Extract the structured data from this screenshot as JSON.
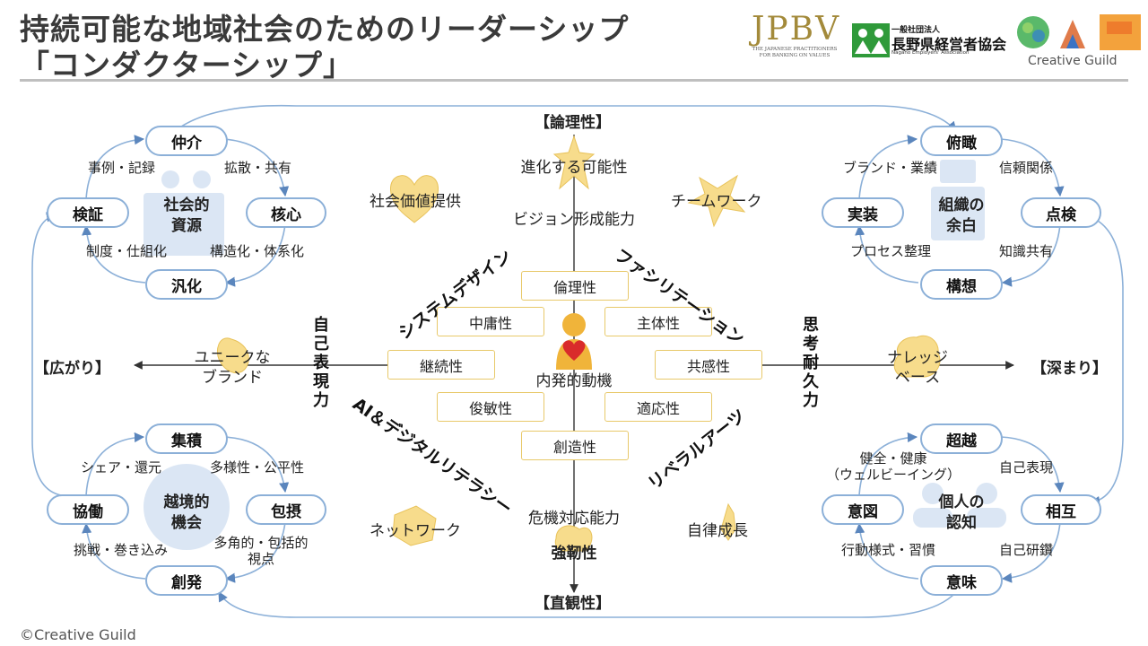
{
  "header": {
    "title_line1": "持続可能な地域社会のためのリーダーシップ",
    "title_line2": "「コンダクターシップ」",
    "logos": {
      "jpbv": {
        "name": "JPBV",
        "line1": "THE JAPANESE PRACTITIONERS",
        "line2": "FOR BANKING ON VALUES"
      },
      "nagano": {
        "line1": "一般社団法人",
        "name": "長野県経営者協会",
        "line3": "Nagano Employers' Association"
      },
      "creative_guild": {
        "name": "Creative Guild"
      }
    }
  },
  "axes": {
    "top": "【論理性】",
    "bottom": "【直観性】",
    "left": "【広がり】",
    "right": "【深まり】"
  },
  "center": {
    "label": "内発的動機",
    "boxes": {
      "top": "倫理性",
      "upper_left": "中庸性",
      "upper_right": "主体性",
      "left": "継続性",
      "right": "共感性",
      "lower_left": "俊敏性",
      "lower_right": "適応性",
      "bottom": "創造性"
    }
  },
  "diagonals": {
    "upper_left": "システムデザイン",
    "upper_right": "ファシリテーション",
    "lower_left": "AI＆デジタルリテラシー",
    "lower_right": "リベラルアーツ"
  },
  "vertical_labels": {
    "left": "自己表現力",
    "right": "思考耐久力"
  },
  "axis_labels": {
    "top_1": "進化する可能性",
    "top_2": "ビジョン形成能力",
    "bottom_1": "危機対応能力",
    "bottom_2": "強靭性",
    "left_1": "ユニークな",
    "left_2": "ブランド",
    "right_1": "ナレッジ",
    "right_2": "ベース"
  },
  "quadrant_labels": {
    "upper_left": "社会価値提供",
    "upper_right": "チームワーク",
    "lower_left": "ネットワーク",
    "lower_right": "自律成長"
  },
  "cycles": {
    "top_left": {
      "center": [
        "社会的",
        "資源"
      ],
      "top": "仲介",
      "right": "核心",
      "bottom": "汎化",
      "left": "検証",
      "edge_tl": "事例・記録",
      "edge_tr": "拡散・共有",
      "edge_br": "構造化・体系化",
      "edge_bl": "制度・仕組化"
    },
    "top_right": {
      "center": [
        "組織の",
        "余白"
      ],
      "top": "俯瞰",
      "right": "点検",
      "bottom": "構想",
      "left": "実装",
      "edge_tl": "ブランド・業績",
      "edge_tr": "信頼関係",
      "edge_br": "知識共有",
      "edge_bl": "プロセス整理"
    },
    "bottom_left": {
      "center": [
        "越境的",
        "機会"
      ],
      "top": "集積",
      "right": "包摂",
      "bottom": "創発",
      "left": "協働",
      "edge_tl": "シェア・還元",
      "edge_tr": "多様性・公平性",
      "edge_br_1": "多角的・包括的",
      "edge_br_2": "視点",
      "edge_bl": "挑戦・巻き込み"
    },
    "bottom_right": {
      "center": [
        "個人の",
        "認知"
      ],
      "top": "超越",
      "right": "相互",
      "bottom": "意味",
      "left": "意図",
      "edge_tl_1": "健全・健康",
      "edge_tl_2": "（ウェルビーイング）",
      "edge_tr": "自己表現",
      "edge_br": "自己研鑽",
      "edge_bl": "行動様式・習慣"
    }
  },
  "footer": {
    "copyright": "©Creative Guild"
  },
  "colors": {
    "accent_gold": "#f0c244",
    "pill_border": "#8cb0d8",
    "box_border": "#e8c96a",
    "watermark_blue": "#c5d7ee",
    "title": "#3a3a3a"
  }
}
